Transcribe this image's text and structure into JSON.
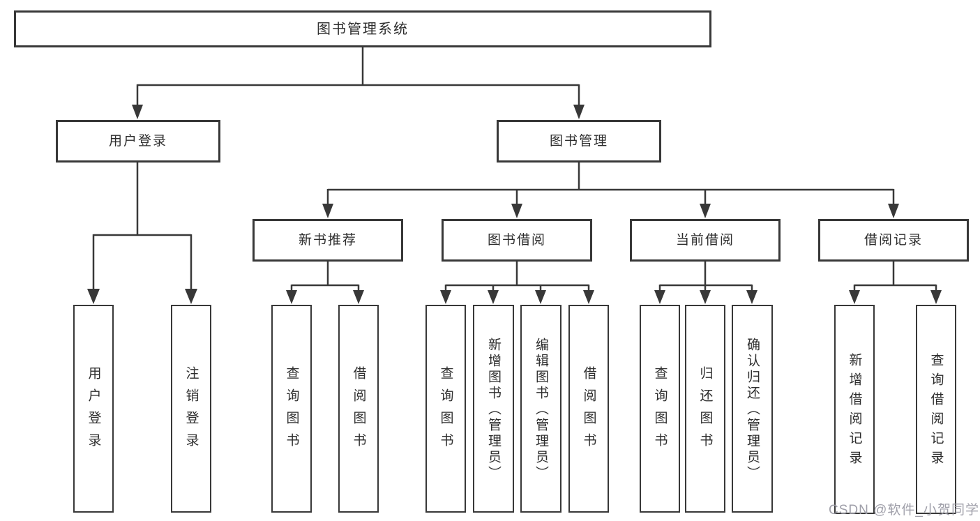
{
  "tree": {
    "label": "图书管理系统",
    "children": [
      {
        "label": "用户登录",
        "children": [
          {
            "label": "用户登录"
          },
          {
            "label": "注销登录"
          }
        ]
      },
      {
        "label": "图书管理",
        "children": [
          {
            "label": "新书推荐",
            "children": [
              {
                "label": "查询图书"
              },
              {
                "label": "借阅图书"
              }
            ]
          },
          {
            "label": "图书借阅",
            "children": [
              {
                "label": "查询图书"
              },
              {
                "label": "新增图书（管理员）"
              },
              {
                "label": "编辑图书（管理员）"
              },
              {
                "label": "借阅图书"
              }
            ]
          },
          {
            "label": "当前借阅",
            "children": [
              {
                "label": "查询图书"
              },
              {
                "label": "归还图书"
              },
              {
                "label": "确认归还（管理员）"
              }
            ]
          },
          {
            "label": "借阅记录",
            "children": [
              {
                "label": "新增借阅记录"
              },
              {
                "label": "查询借阅记录"
              }
            ]
          }
        ]
      }
    ]
  },
  "watermark": {
    "text": "CSDN @软件_小贺同学"
  },
  "colors": {
    "line": "#383838",
    "box_fill": "#ffffff",
    "text": "#2d2d2d",
    "watermark": "#9a9aa4"
  }
}
